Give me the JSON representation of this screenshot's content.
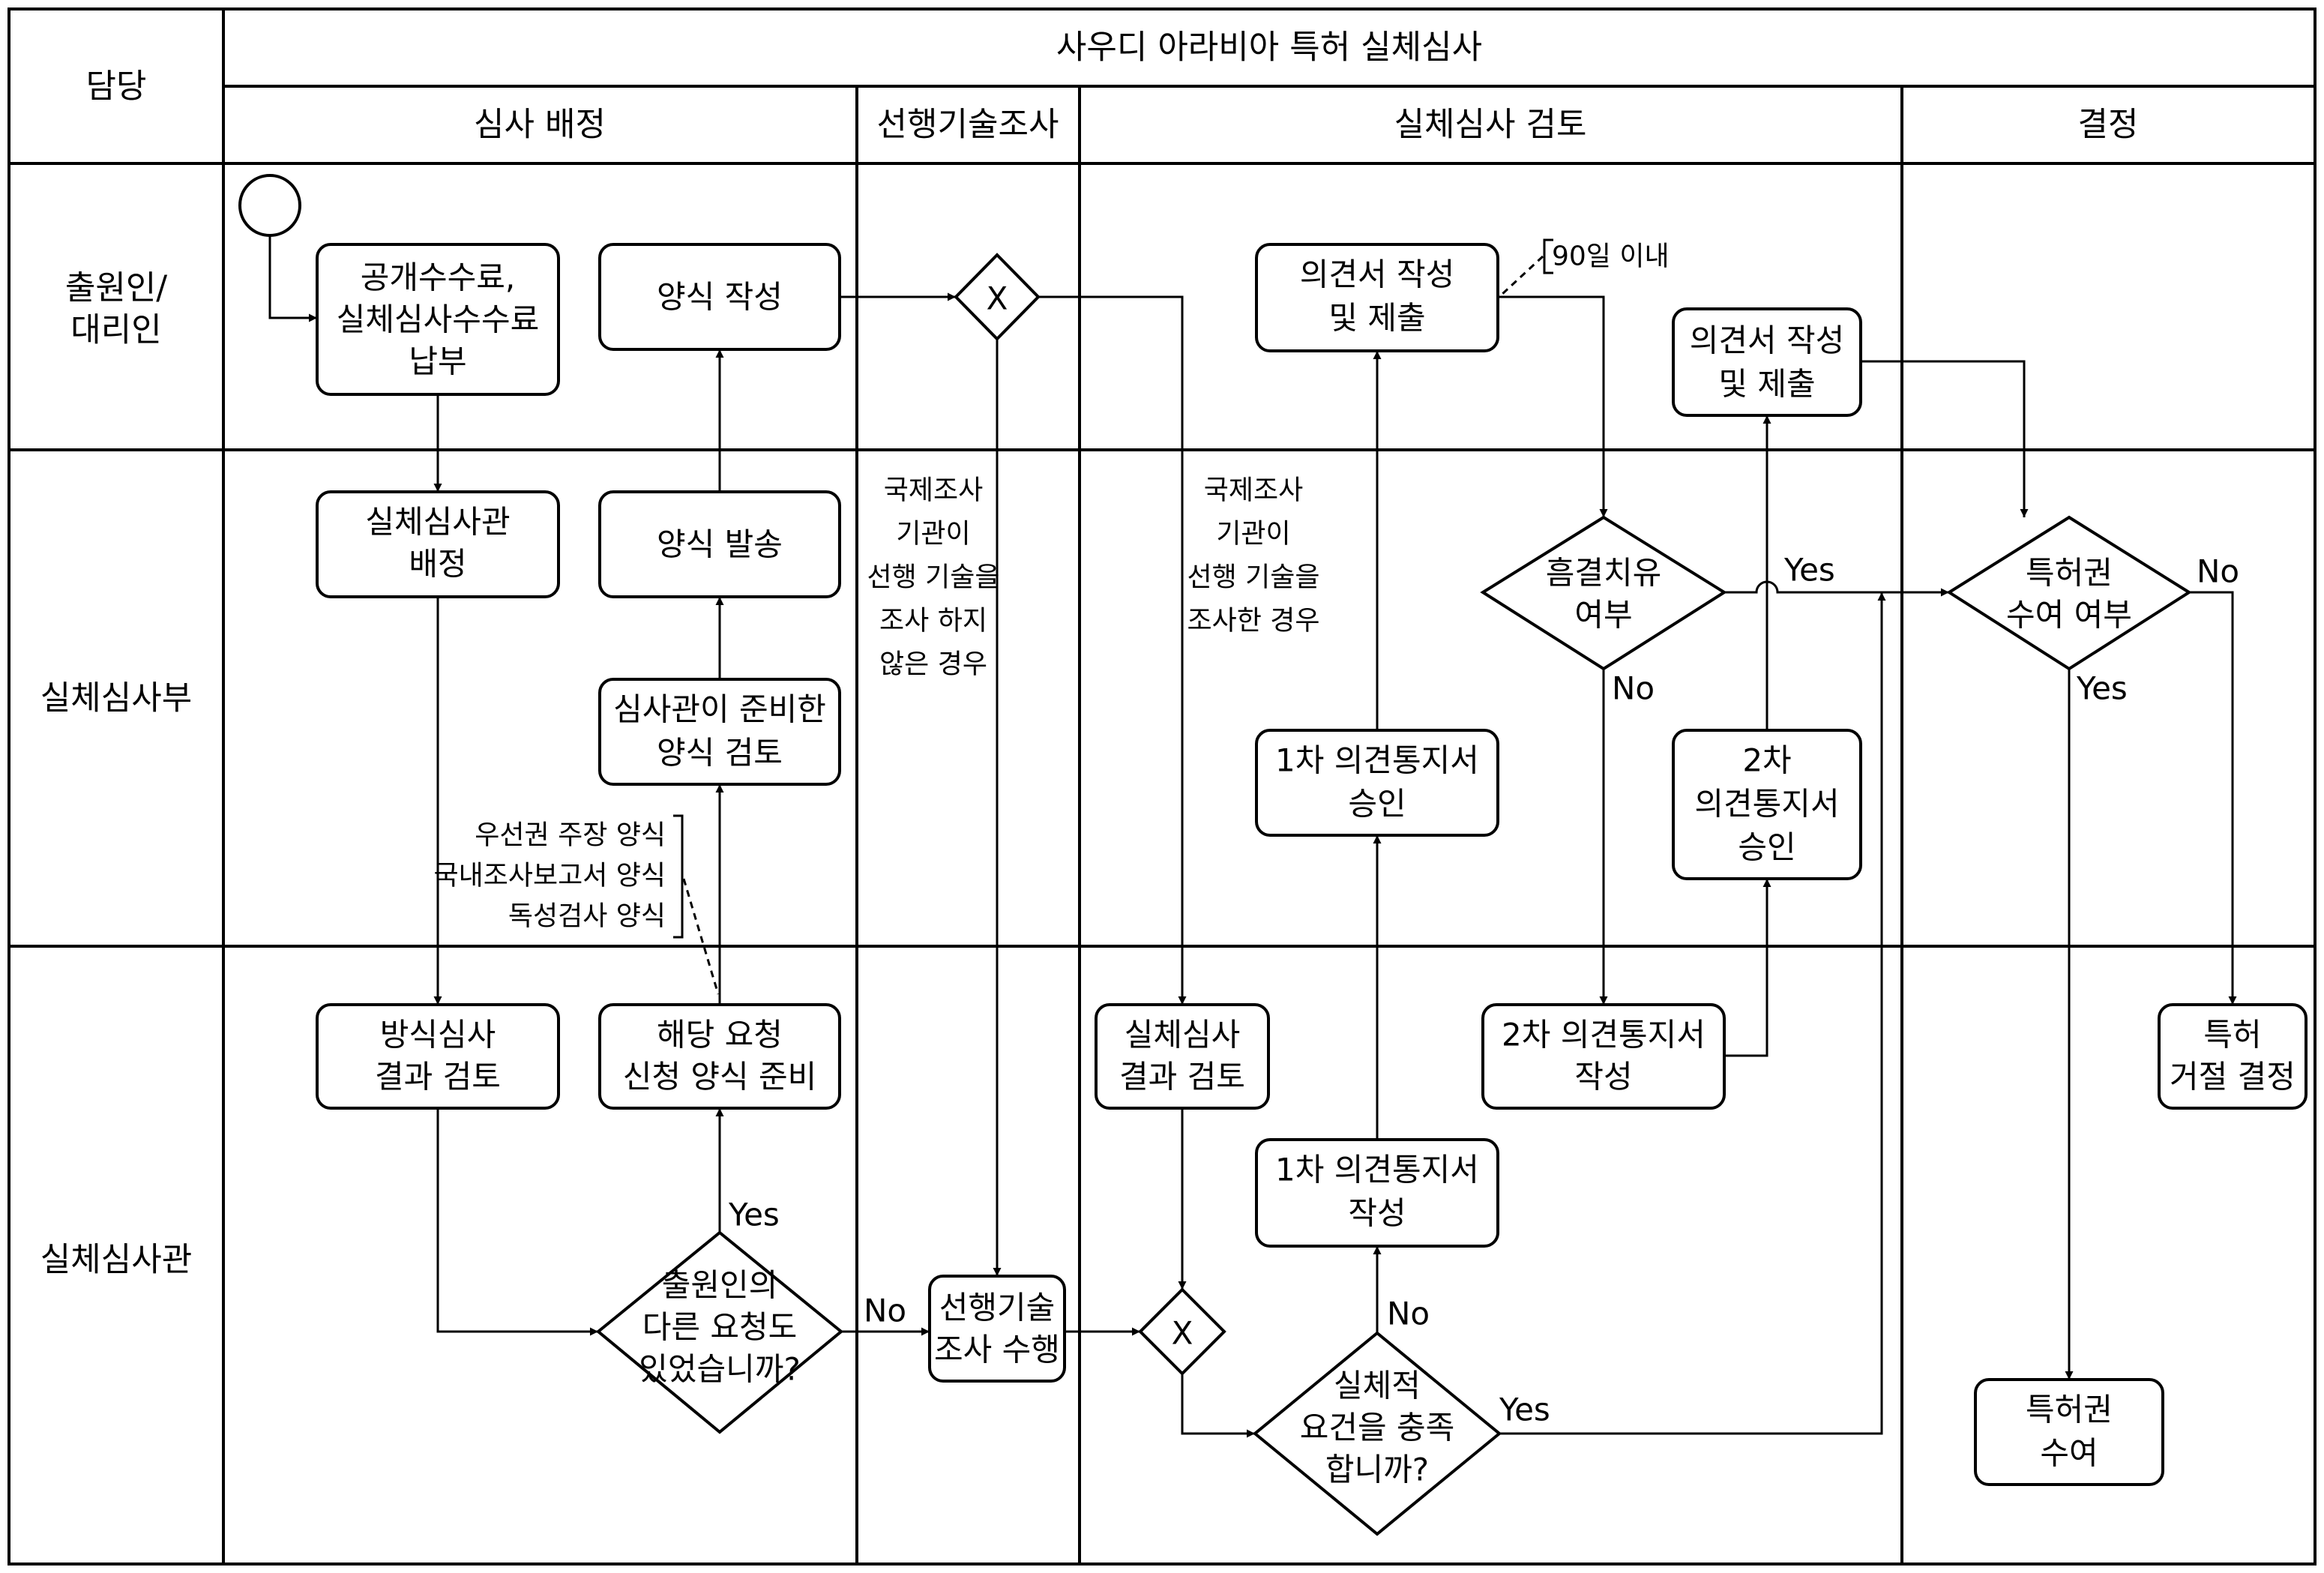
{
  "title": "사우디 아라비아 특허 실체심사",
  "role_header": "담당",
  "phases": [
    "심사 배정",
    "선행기술조사",
    "실체심사 검토",
    "결정"
  ],
  "lanes": [
    [
      "출원인/",
      "대리인"
    ],
    [
      "실체심사부"
    ],
    [
      "실체심사관"
    ]
  ],
  "boxes": {
    "fee": [
      "공개수수료,",
      "실체심사수수료",
      "납부"
    ],
    "form_write": [
      "양식 작성"
    ],
    "examiner_assign": [
      "실체심사관",
      "배정"
    ],
    "form_send": [
      "양식 발송"
    ],
    "form_review": [
      "심사관이 준비한",
      "양식 검토"
    ],
    "formality_review": [
      "방식심사",
      "결과 검토"
    ],
    "request_prepare": [
      "해당 요청",
      "신청 양식 준비"
    ],
    "prior_art_search": [
      "선행기술",
      "조사 수행"
    ],
    "opinion1": [
      "의견서 작성",
      "및 제출"
    ],
    "opinion2": [
      "의견서 작성",
      "및 제출"
    ],
    "notice1_approve": [
      "1차 의견통지서",
      "승인"
    ],
    "notice2_approve": [
      "2차",
      "의견통지서",
      "승인"
    ],
    "notice1_write": [
      "1차 의견통지서",
      "작성"
    ],
    "notice2_write": [
      "2차 의견통지서",
      "작성"
    ],
    "substantive_review": [
      "실체심사",
      "결과 검토"
    ],
    "reject": [
      "특허",
      "거절 결정"
    ],
    "grant": [
      "특허권",
      "수여"
    ]
  },
  "decisions": {
    "other_request": [
      "출원인의",
      "다른 요청도",
      "있었습니까?"
    ],
    "requirements": [
      "실체적",
      "요건을 충족",
      "합니까?"
    ],
    "defect_cured": [
      "흠결치유",
      "여부"
    ],
    "grant_decision": [
      "특허권",
      "수여 여부"
    ]
  },
  "gateway_symbol": "X",
  "notes": {
    "forms": [
      "우선권 주장 양식",
      "국내조사보고서 양식",
      "독성검사 양식"
    ],
    "deadline": "90일 이내",
    "no_search": [
      "국제조사",
      "기관이",
      "선행 기술을",
      "조사 하지",
      "않은 경우"
    ],
    "searched": [
      "국제조사",
      "기관이",
      "선행 기술을",
      "조사한 경우"
    ]
  },
  "edge_labels": {
    "yes": "Yes",
    "no": "No"
  }
}
